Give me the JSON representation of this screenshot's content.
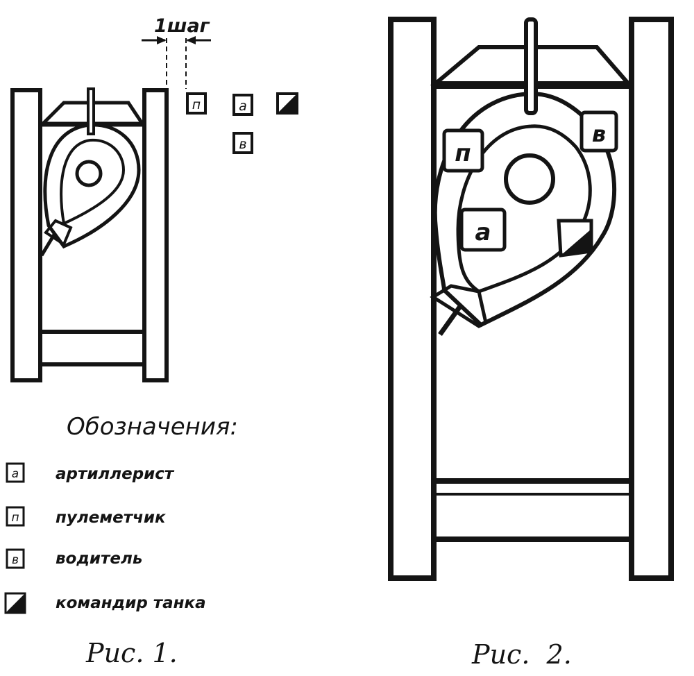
{
  "step": {
    "label": "1шаг"
  },
  "legend": {
    "title": "Обозначения:",
    "items": [
      {
        "symbol": "а",
        "label": "артиллерист"
      },
      {
        "symbol": "п",
        "label": "пулеметчик"
      },
      {
        "symbol": "в",
        "label": "водитель"
      },
      {
        "symbol": "",
        "label": "командир танка"
      }
    ]
  },
  "fig1": {
    "caption": "Рис. 1.",
    "markers": [
      {
        "symbol": "п"
      },
      {
        "symbol": "а"
      },
      {
        "symbol": ""
      },
      {
        "symbol": "в"
      }
    ]
  },
  "fig2": {
    "caption": "Рис.  2.",
    "crew": [
      {
        "symbol": "п"
      },
      {
        "symbol": "в"
      },
      {
        "symbol": "а"
      },
      {
        "symbol": ""
      }
    ]
  },
  "colors": {
    "ink": "#141414",
    "paper": "#ffffff"
  }
}
